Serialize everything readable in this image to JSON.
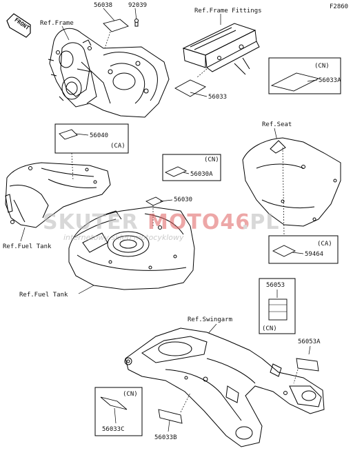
{
  "figure_code": "F2860",
  "front_label": "FRONT",
  "refs": {
    "frame": "Ref.Frame",
    "frame_fittings": "Ref.Frame Fittings",
    "seat": "Ref.Seat",
    "fuel_tank_1": "Ref.Fuel Tank",
    "fuel_tank_2": "Ref.Fuel Tank",
    "swingarm": "Ref.Swingarm"
  },
  "parts": {
    "p56038": "56038",
    "p92039": "92039",
    "p56033": "56033",
    "p56033A": "56033A",
    "p56040": "56040",
    "p56030A": "56030A",
    "p56030": "56030",
    "p59464": "59464",
    "p56053": "56053",
    "p56053A": "56053A",
    "p56033C": "56033C",
    "p56033B": "56033B"
  },
  "markets": {
    "cn_56033A": "(CN)",
    "ca_56040": "(CA)",
    "cn_56030A": "(CN)",
    "ca_59464": "(CA)",
    "cn_56053": "(CN)",
    "cn_56033C": "(CN)"
  },
  "watermark": {
    "brand_a": "SKUTER",
    "brand_b": "MOTO46",
    "tld": ".PL",
    "tagline": "internetowy sklep motocyklowy"
  }
}
